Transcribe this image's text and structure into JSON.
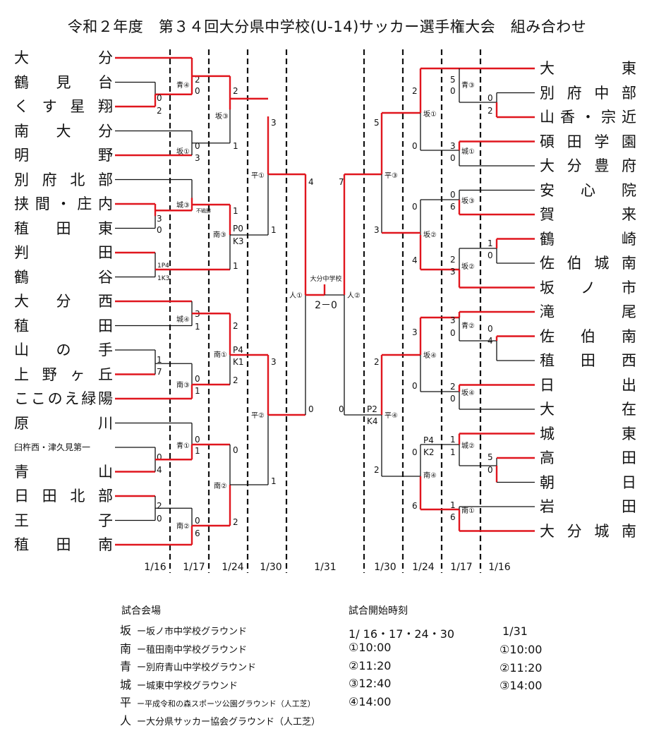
{
  "title": "令和２年度　第３４回大分県中学校(U-14)サッカー選手権大会　組み合わせ",
  "left_teams": [
    {
      "name": "大分",
      "small": false
    },
    {
      "name": "鶴見台",
      "small": false
    },
    {
      "name": "くす星翔",
      "small": false
    },
    {
      "name": "南大分",
      "small": false
    },
    {
      "name": "明野",
      "small": false
    },
    {
      "name": "別府北部",
      "small": false
    },
    {
      "name": "挟間・庄内",
      "small": false
    },
    {
      "name": "稙田東",
      "small": false
    },
    {
      "name": "判田",
      "small": false
    },
    {
      "name": "鶴谷",
      "small": false
    },
    {
      "name": "大分西",
      "small": false
    },
    {
      "name": "稙田",
      "small": false
    },
    {
      "name": "山の手",
      "small": false
    },
    {
      "name": "上野ヶ丘",
      "small": false
    },
    {
      "name": "ここのえ緑陽",
      "small": false
    },
    {
      "name": "原川",
      "small": false
    },
    {
      "name": "臼杵西・津久見第一",
      "small": true
    },
    {
      "name": "青山",
      "small": false
    },
    {
      "name": "日田北部",
      "small": false
    },
    {
      "name": "王子",
      "small": false
    },
    {
      "name": "稙田南",
      "small": false
    }
  ],
  "right_teams": [
    {
      "name": "大東",
      "small": false
    },
    {
      "name": "別府中部",
      "small": false
    },
    {
      "name": "山香・宗近",
      "small": false
    },
    {
      "name": "碩田学園",
      "small": false
    },
    {
      "name": "大分豊府",
      "small": false
    },
    {
      "name": "安心院",
      "small": false
    },
    {
      "name": "賀来",
      "small": false
    },
    {
      "name": "鶴崎",
      "small": false
    },
    {
      "name": "佐伯城南",
      "small": false
    },
    {
      "name": "坂ノ市",
      "small": false
    },
    {
      "name": "滝尾",
      "small": false
    },
    {
      "name": "佐伯南",
      "small": false
    },
    {
      "name": "稙田西",
      "small": false
    },
    {
      "name": "日出",
      "small": false
    },
    {
      "name": "大在",
      "small": false
    },
    {
      "name": "城東",
      "small": false
    },
    {
      "name": "高田",
      "small": false
    },
    {
      "name": "朝日",
      "small": false
    },
    {
      "name": "岩田",
      "small": false
    },
    {
      "name": "大分城南",
      "small": false
    }
  ],
  "labels": {
    "l_r1_a": "0",
    "l_r1_b": "2",
    "l_r1_c": "3",
    "l_r1_d": "0",
    "l_r1_e": "1P4",
    "l_r1_f": "1K3",
    "l_r1_g": "1",
    "l_r1_h": "7",
    "l_r1_i": "0",
    "l_r1_j": "4",
    "l_r1_k": "2",
    "l_r1_l": "0",
    "l_r2_a_v": "青④",
    "l_r2_a_t": "2",
    "l_r2_a_b": "0",
    "l_r2_b_v": "坂①",
    "l_r2_b_t": "0",
    "l_r2_b_b": "3",
    "l_r2_c_v": "城③",
    "l_r2_c_note": "不戦勝",
    "l_r2_d_v": "城④",
    "l_r2_d_t": "3",
    "l_r2_d_b": "1",
    "l_r2_e_v": "南③",
    "l_r2_e_t": "0",
    "l_r2_e_b": "1",
    "l_r2_f_v": "青①",
    "l_r2_f_t": "0",
    "l_r2_f_b": "1",
    "l_r2_g_v": "南②",
    "l_r2_g_t": "0",
    "l_r2_g_b": "6",
    "l_r3_a_v": "坂③",
    "l_r3_a_t": "2",
    "l_r3_a_b": "1",
    "l_r3_b_v": "南③",
    "l_r3_b_t": "1",
    "l_r3_b_p": "P0",
    "l_r3_b_k": "K3",
    "l_r3_b_b": "1",
    "l_r3_c_v": "南①",
    "l_r3_c_t": "2",
    "l_r3_c_p": "P4",
    "l_r3_c_k": "K1",
    "l_r3_c_b": "2",
    "l_r3_d_v": "南②",
    "l_r3_d_t": "0",
    "l_r3_d_b": "2",
    "l_r4_a_v": "平①",
    "l_r4_a_t": "3",
    "l_r4_a_b": "1",
    "l_r4_b_v": "平②",
    "l_r4_b_t": "3",
    "l_r4_b_b": "1",
    "l_sf_v": "人①",
    "l_sf_t": "4",
    "l_sf_b": "0",
    "final_venue": "大分中学校",
    "final_score": "2－0",
    "r_sf_v": "人②",
    "r_sf_t": "7",
    "r_sf_b": "0",
    "r_r4_a_v": "平③",
    "r_r4_a_t": "5",
    "r_r4_a_b": "3",
    "r_r4_b_v": "平④",
    "r_r4_b_t": "2",
    "r_r4_b_p": "P2",
    "r_r4_b_k": "K4",
    "r_r4_b_b": "2",
    "r_r3_a_v": "坂①",
    "r_r3_a_t": "2",
    "r_r3_a_b": "0",
    "r_r3_b_v": "坂②",
    "r_r3_b_t": "0",
    "r_r3_b_b": "4",
    "r_r3_c_v": "坂④",
    "r_r3_c_t": "3",
    "r_r3_c_b": "0",
    "r_r3_d_v": "南④",
    "r_r3_d_t": "0",
    "r_r3_d_p": "P4",
    "r_r3_d_k": "K2",
    "r_r3_d_b": "6",
    "r_r2_a_v": "青③",
    "r_r2_a_t": "5",
    "r_r2_a_b": "0",
    "r_r2_b_v": "城①",
    "r_r2_b_t": "3",
    "r_r2_b_b": "0",
    "r_r2_c_v": "坂③",
    "r_r2_c_t": "0",
    "r_r2_c_b": "6",
    "r_r2_d_v": "坂②",
    "r_r2_d_t": "2",
    "r_r2_d_b": "3",
    "r_r2_e_v": "青②",
    "r_r2_e_t": "3",
    "r_r2_e_b": "0",
    "r_r2_f_v": "坂④",
    "r_r2_f_t": "2",
    "r_r2_f_b": "0",
    "r_r2_g_v": "城②",
    "r_r2_g_t": "1",
    "r_r2_g_b": "1",
    "r_r2_h_v": "南①",
    "r_r2_h_t": "1",
    "r_r2_h_b": "6",
    "r_r1_a": "0",
    "r_r1_b": "2",
    "r_r1_c": "1",
    "r_r1_d": "0",
    "r_r1_e": "0",
    "r_r1_f": "4",
    "r_r1_g": "5",
    "r_r1_h": "0"
  },
  "dates": [
    "1/16",
    "1/17",
    "1/24",
    "1/30",
    "1/31",
    "1/30",
    "1/24",
    "1/17",
    "1/16"
  ],
  "venues": {
    "heading": "試合会場",
    "items": [
      {
        "abbr": "坂",
        "name": "ー坂ノ市中学校グラウンド",
        "small": false
      },
      {
        "abbr": "南",
        "name": "ー稙田南中学校グラウンド",
        "small": false
      },
      {
        "abbr": "青",
        "name": "ー別府青山中学校グラウンド",
        "small": false
      },
      {
        "abbr": "城",
        "name": "ー城東中学校グラウンド",
        "small": false
      },
      {
        "abbr": "平",
        "name": "ー平成令和の森スポーツ公園グラウンド（人工芝）",
        "small": true
      },
      {
        "abbr": "人",
        "name": "ー大分県サッカー協会グラウンド（人工芝）",
        "small": false
      }
    ]
  },
  "times": {
    "heading": "試合開始時刻",
    "col1_head": "1/ 16・17・24・30",
    "col1": [
      "①10:00",
      "②11:20",
      "③12:40",
      "④14:00"
    ],
    "col2_head": "1/31",
    "col2": [
      "①10:00",
      "②11:20",
      "③14:00"
    ]
  },
  "colors": {
    "win": "#e0161e",
    "line": "#111111"
  }
}
